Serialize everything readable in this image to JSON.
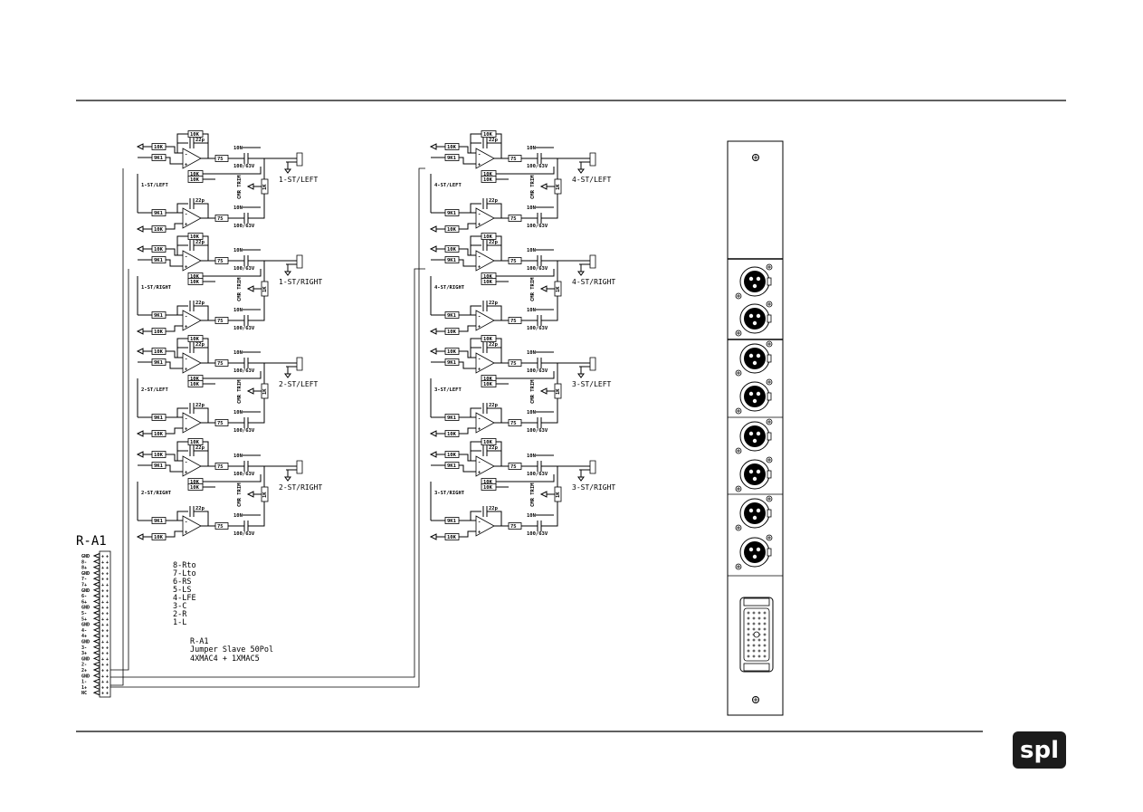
{
  "connector": {
    "title": "R-A1",
    "pins": [
      "GND",
      "8-",
      "8+",
      "GND",
      "7-",
      "7+",
      "GND",
      "6-",
      "6+",
      "GND",
      "5-",
      "5+",
      "GND",
      "4-",
      "4+",
      "GND",
      "3-",
      "3+",
      "GND",
      "2-",
      "2+",
      "GND",
      "1-",
      "1+",
      "NC"
    ]
  },
  "legend": [
    "8-Rto",
    "7-Lto",
    "6-RS",
    "5-LS",
    "4-LFE",
    "3-C",
    "2-R",
    "1-L"
  ],
  "jumper": {
    "title": "R-A1",
    "line1": "Jumper Slave 50Pol",
    "line2": "4XMAC4 + 1XMAC5"
  },
  "stage_labels": {
    "in_top": "10K",
    "in_bottom": "9K1",
    "feedback_r": "10K",
    "feedback_c": "22p",
    "series_r": "75",
    "cap_label": "10N",
    "cap_value": "100/63V",
    "cmr_trim": "CMR TRIM",
    "trim_value": "1K"
  },
  "columns": [
    {
      "groups": [
        {
          "name": "1-ST/LEFT",
          "output": "1-ST/LEFT"
        },
        {
          "name": "1-ST/RIGHT",
          "output": "1-ST/RIGHT"
        },
        {
          "name": "2-ST/LEFT",
          "output": "2-ST/LEFT"
        },
        {
          "name": "2-ST/RIGHT",
          "output": "2-ST/RIGHT"
        }
      ]
    },
    {
      "groups": [
        {
          "name": "4-ST/LEFT",
          "output": "4-ST/LEFT"
        },
        {
          "name": "4-ST/RIGHT",
          "output": "4-ST/RIGHT"
        },
        {
          "name": "3-ST/LEFT",
          "output": "3-ST/LEFT"
        },
        {
          "name": "3-ST/RIGHT",
          "output": "3-ST/RIGHT"
        }
      ]
    }
  ],
  "panel": {
    "xlr_count": 8
  },
  "logo": {
    "text": "spl"
  }
}
